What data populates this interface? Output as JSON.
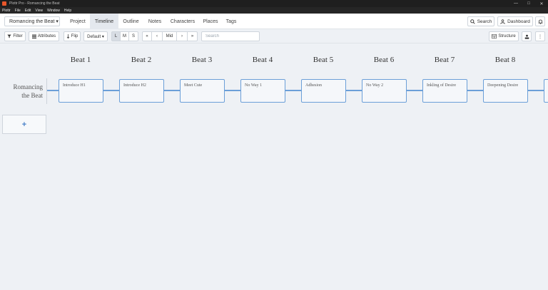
{
  "window": {
    "title": "Plottr Pro - Romancing the Beat",
    "minimize": "—",
    "maximize": "□",
    "close": "✕"
  },
  "menu": [
    "Plottr",
    "File",
    "Edit",
    "View",
    "Window",
    "Help"
  ],
  "nav": {
    "project_select": "Romancing the Beat ▾",
    "tabs": [
      {
        "label": "Project",
        "active": false
      },
      {
        "label": "Timeline",
        "active": true
      },
      {
        "label": "Outline",
        "active": false
      },
      {
        "label": "Notes",
        "active": false
      },
      {
        "label": "Characters",
        "active": false
      },
      {
        "label": "Places",
        "active": false
      },
      {
        "label": "Tags",
        "active": false
      }
    ],
    "search_label": "Search",
    "dashboard_label": "Dashboard",
    "bell_icon": "⍾"
  },
  "toolbar": {
    "filter_label": "Filter",
    "attributes_label": "Attributes",
    "flip_label": "Flip",
    "default_label": "Default ▾",
    "size_l": "L",
    "size_m": "M",
    "size_s": "S",
    "first": "«",
    "prev": "‹",
    "mid": "Mid",
    "next": "›",
    "last": "»",
    "search_placeholder": "Search",
    "structure_label": "Structure",
    "more": "⋮"
  },
  "timeline": {
    "beats": [
      "Beat 1",
      "Beat 2",
      "Beat 3",
      "Beat 4",
      "Beat 5",
      "Beat 6",
      "Beat 7",
      "Beat 8"
    ],
    "plotline_name": "Romancing the Beat",
    "cards": [
      "Introduce H1",
      "Introduce H2",
      "Meet Cute",
      "No Way 1",
      "Adhesion",
      "No Way 2",
      "Inkling of Desire",
      "Deepening Desire"
    ],
    "add_plotline": "+"
  },
  "colors": {
    "accent": "#6b9fd8",
    "titlebar": "#1f1f1f",
    "background": "#eef1f5"
  }
}
